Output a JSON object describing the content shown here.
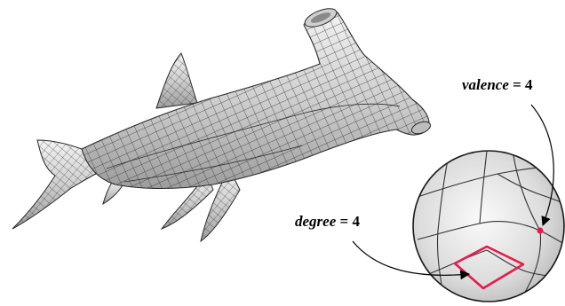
{
  "annotations": {
    "valence": {
      "variable": "valence",
      "operator": " = ",
      "value": "4"
    },
    "degree": {
      "variable": "degree",
      "operator": " = ",
      "value": "4"
    }
  },
  "colors": {
    "mesh_fill": "#cfcfcf",
    "mesh_line": "#2a2a2a",
    "highlight": "#e8194b",
    "arrow": "#000000"
  }
}
